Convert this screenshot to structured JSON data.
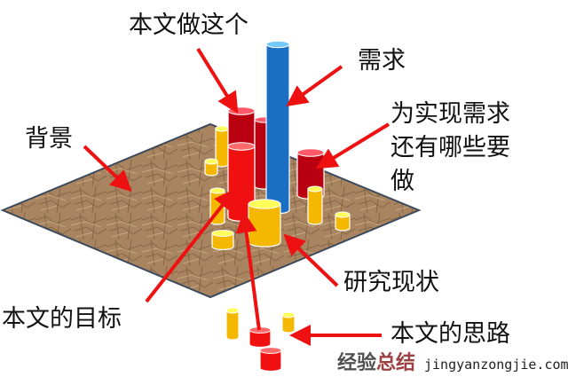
{
  "labels": {
    "this_paper_does": "本文做这个",
    "demand": "需求",
    "remaining_line1": "为实现需求",
    "remaining_line2": "还有哪些要",
    "remaining_line3": "做",
    "background": "背景",
    "research_status": "研究现状",
    "paper_goal": "本文的目标",
    "paper_approach": "本文的思路"
  },
  "watermark": {
    "cn_a": "经验",
    "cn_b": "总结",
    "url": "jingyanzongjie.com"
  },
  "colors": {
    "ground": "#a88560",
    "blue": "#1a6fc4",
    "red": "#f01010",
    "darkred": "#b80010",
    "yellow": "#f5b800",
    "arrow": "#ee1111"
  }
}
